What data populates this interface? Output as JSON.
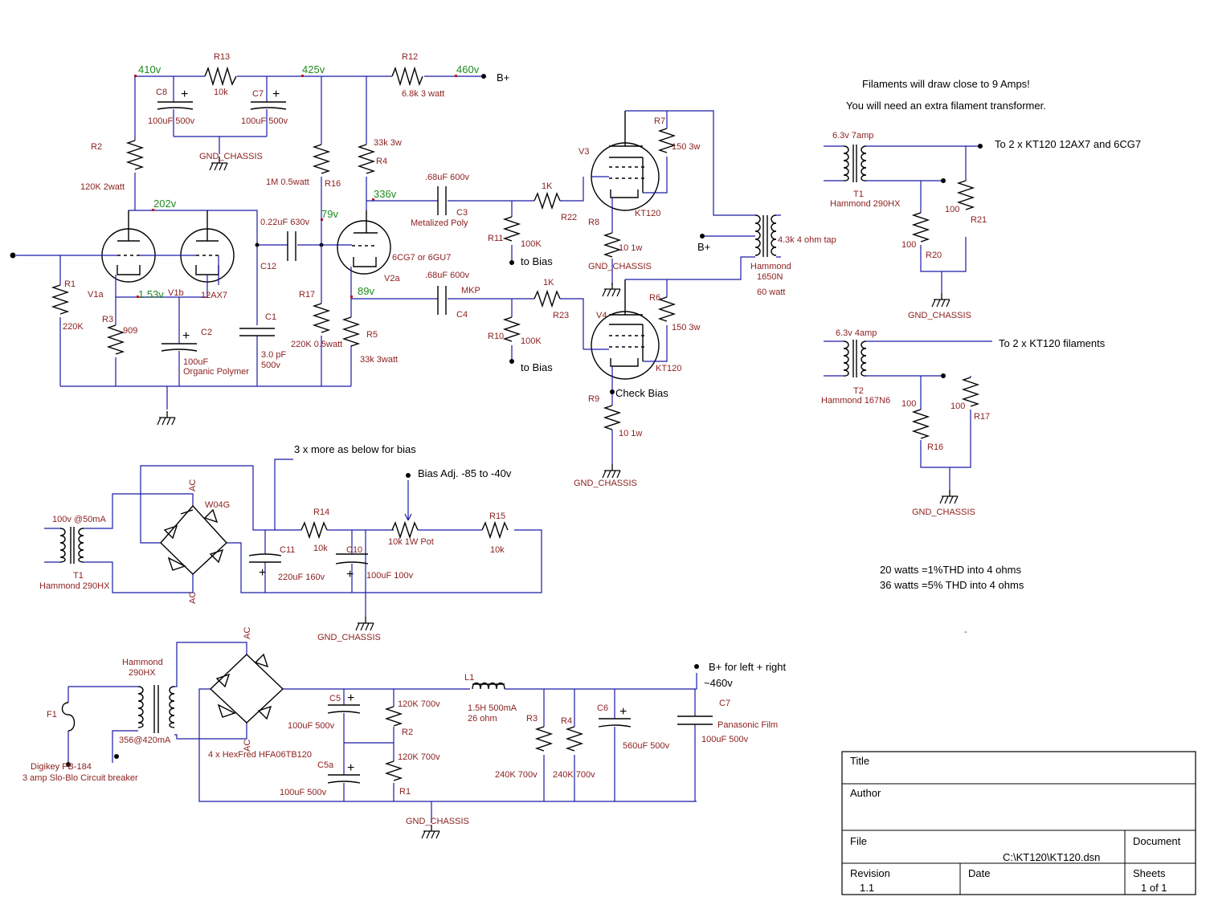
{
  "voltages": {
    "v410": "410v",
    "v425": "425v",
    "v460": "460v",
    "v202": "202v",
    "v336": "336v",
    "v79": "79v",
    "v153": "1.53v",
    "v89": "89v"
  },
  "labels": {
    "r13": "R13",
    "r13v": "10k",
    "c8": "C8",
    "c8v": "100uF 500v",
    "c7": "C7",
    "c7v": "100uF 500v",
    "r12": "R12",
    "r12v": "6.8k 3 watt",
    "bplus": "B+",
    "gnd": "GND_CHASSIS",
    "r2": "R2",
    "r2v": "120K 2watt",
    "r16": "R16",
    "r16v": "1M 0.5watt",
    "r4": "R4",
    "r4v": "33k 3w",
    "c3": "C3",
    "c3v": ".68uF 600v",
    "c3t": "Metalized Poly",
    "c12": "C12",
    "c12v": "0.22uF 630v",
    "r1": "R1",
    "r1v": "220K",
    "v1a": "V1a",
    "v1b": "V1b",
    "ax7": "12AX7",
    "r3": "R3",
    "r3v": "909",
    "c2": "C2",
    "c2v": "100uF",
    "c2t": "Organic Polymer",
    "c1": "C1",
    "c1v": "3.0 pF",
    "c1t": "500v",
    "r17": "R17",
    "r17v": "220K 0.5watt",
    "r5": "R5",
    "r5v": "33k 3watt",
    "v2a": "V2a",
    "gu7": "6CG7 or 6GU7",
    "c4": "C4",
    "c4v": ".68uF 600v",
    "mkp": "MKP",
    "r11": "R11",
    "r11v": "100K",
    "r10": "R10",
    "r10v": "100K",
    "tobias": "to Bias",
    "r22": "R22",
    "r23": "R23",
    "k1": "1K",
    "v3": "V3",
    "v4": "V4",
    "kt120": "KT120",
    "r7": "R7",
    "r7v": "150 3w",
    "r6": "R6",
    "r6v": "150  3w",
    "r8": "R8",
    "r8v": "10 1w",
    "r9": "R9",
    "r9v": "10 1w",
    "checkbias": "Check Bias",
    "tap": "4.3k 4 ohm tap",
    "hammond": "Hammond",
    "h1650": "1650N",
    "w60": "60 watt",
    "fil1": "Filaments will draw close to 9 Amps!",
    "fil2": "You will need an extra filament transformer.",
    "t1": "T1",
    "t1a": "6.3v 7amp",
    "t1n": "Hammond 290HX",
    "to1": "To 2 x KT120 12AX7 and 6CG7",
    "r100": "100",
    "r20": "R20",
    "r21": "R21",
    "t2": "T2",
    "t2a": "6.3v 4amp",
    "t2n": "Hammond 167N6",
    "to2": "To 2 x KT120 filaments",
    "r16b": "R16",
    "r17b": "R17",
    "thd1": "20 watts =1%THD into 4 ohms",
    "thd2": "36 watts =5% THD into 4 ohms",
    "more": "3 x more as below for bias",
    "biasadj": "Bias Adj. -85 to -40v",
    "w04g": "W04G",
    "ac": "AC",
    "t100": "100v @50mA",
    "t1b": "T1",
    "t1bn": "Hammond 290HX",
    "r14": "R14",
    "r14v": "10k",
    "pot": "10k 1W Pot",
    "r15": "R15",
    "r15v": "10k",
    "c11": "C11",
    "c11v": "220uF 160v",
    "c10": "C10",
    "c10v": "100uF 100v",
    "ham": "Hammond",
    "h290": "290HX",
    "f1": "F1",
    "digikey": "Digikey PB-184",
    "breaker": "3 amp Slo-Blo Circuit breaker",
    "v356": "356@420mA",
    "hexfred": "4 x HexFred HFA06TB120",
    "c5": "C5",
    "c5v": "100uF 500v",
    "c5a": "C5a",
    "c5av": "100uF 500v",
    "r2b": "R2",
    "r2bv": "120K 700v",
    "r1b": "R1",
    "r1bv": "120K 700v",
    "l1": "L1",
    "l1v": "1.5H 500mA",
    "l1o": "26 ohm",
    "r3b": "R3",
    "r3bv": "240K 700v",
    "r4b": "R4",
    "r4bv": "240K 700v",
    "c6": "C6",
    "c6v": "560uF 500v",
    "c7b": "C7",
    "c7bt": "Panasonic Film",
    "c7bv": "100uF 500v",
    "bplr": "B+ for left + right",
    "v460b": "~460v",
    "dash": "-"
  },
  "titleblock": {
    "title": "Title",
    "author": "Author",
    "file": "File",
    "filepath": "C:\\KT120\\KT120.dsn",
    "document": "Document",
    "revision": "Revision",
    "rev": "1.1",
    "date": "Date",
    "sheets": "Sheets",
    "sheetv": "1 of 1"
  }
}
